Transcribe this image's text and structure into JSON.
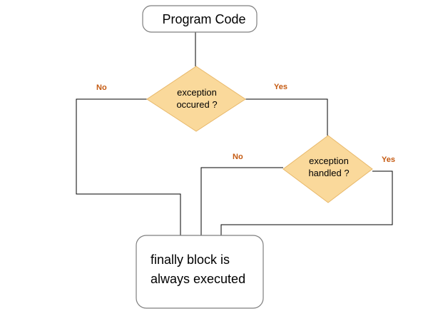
{
  "nodes": {
    "start": {
      "label": "Program Code"
    },
    "decision_occurred": {
      "line1": "exception",
      "line2": "occured ?"
    },
    "decision_handled": {
      "line1": "exception",
      "line2": "handled ?"
    },
    "finally": {
      "line1": "finally block is",
      "line2": "always executed"
    }
  },
  "edges": {
    "occurred_no": "No",
    "occurred_yes": "Yes",
    "handled_no": "No",
    "handled_yes": "Yes"
  },
  "colors": {
    "diamond_fill": "#FAD99B",
    "diamond_stroke": "#E8B86A",
    "label": "#C55A11",
    "box_stroke": "#7F7F7F"
  }
}
